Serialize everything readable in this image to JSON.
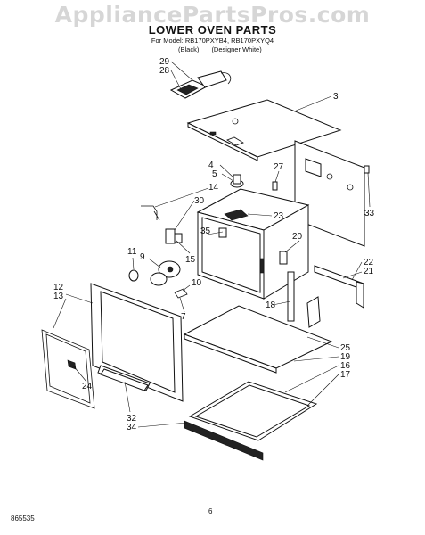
{
  "watermark": "AppliancePartsPros.com",
  "title": "LOWER OVEN PARTS",
  "model_line": "For Model: RB170PXYB4, RB170PXYQ4",
  "colors": [
    "(Black)",
    "(Designer White)"
  ],
  "footer": {
    "doc_id": "865535",
    "page": "6"
  },
  "callouts": [
    "29",
    "28",
    "3",
    "4",
    "5",
    "27",
    "14",
    "30",
    "23",
    "33",
    "35",
    "20",
    "11",
    "9",
    "15",
    "22",
    "21",
    "12",
    "13",
    "10",
    "18",
    "7",
    "25",
    "19",
    "16",
    "24",
    "17",
    "32",
    "34"
  ]
}
